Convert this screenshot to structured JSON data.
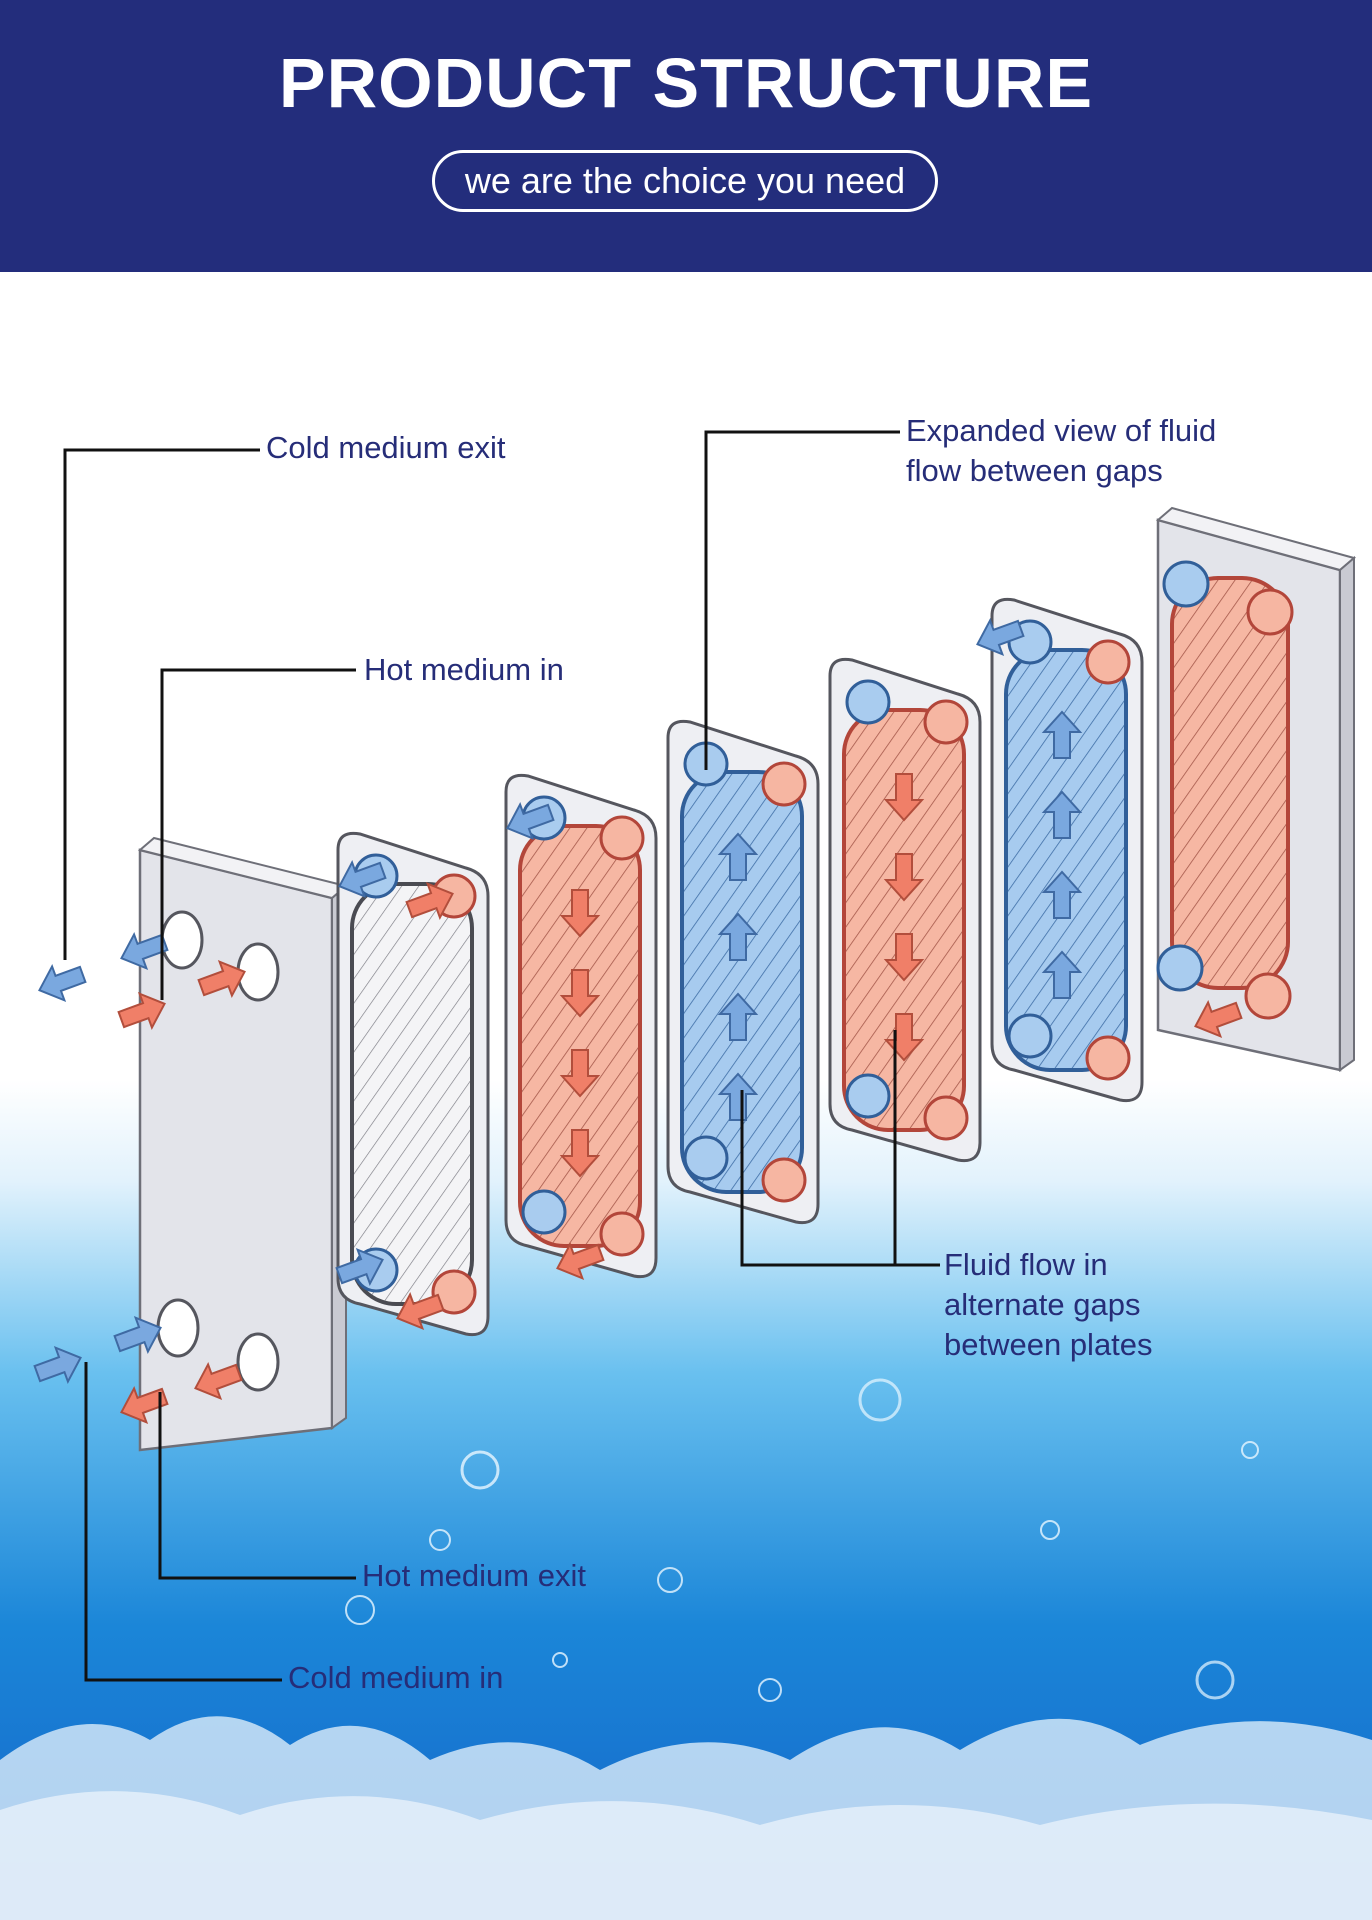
{
  "header": {
    "title": "PRODUCT STRUCTURE",
    "tagline": "we are the choice you need"
  },
  "labels": {
    "cold_medium_exit": "Cold medium exit",
    "hot_medium_in": "Hot medium in",
    "expanded_view_line1": "Expanded view of fluid",
    "expanded_view_line2": "flow between gaps",
    "fluid_flow_line1": "Fluid flow in",
    "fluid_flow_line2": "alternate gaps",
    "fluid_flow_line3": "between plates",
    "hot_medium_exit": "Hot medium exit",
    "cold_medium_in": "Cold medium in"
  },
  "colors": {
    "header_bg": "#232d7c",
    "label_text": "#262d78",
    "hot": "#ef8a72",
    "hot_fill": "#f6b6a2",
    "cold": "#6f9fd8",
    "cold_fill": "#a9ccef",
    "frame_plate": "#e4e5ea",
    "water": "#1f7fd6"
  },
  "icons": [
    "cold-flow-arrow-icon",
    "hot-flow-arrow-icon",
    "water-splash-background"
  ]
}
